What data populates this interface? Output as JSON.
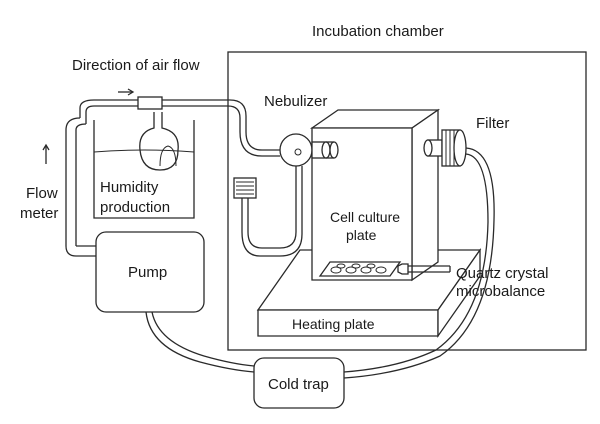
{
  "labels": {
    "incubation_chamber": "Incubation chamber",
    "direction_of_air_flow": "Direction of air flow",
    "nebulizer": "Nebulizer",
    "filter": "Filter",
    "flow_line1": "Flow",
    "flow_line2": "meter",
    "humidity_line1": "Humidity",
    "humidity_line2": "production",
    "cell_culture_line1": "Cell culture",
    "cell_culture_line2": "plate",
    "pump": "Pump",
    "quartz_line1": "Quartz crystal",
    "quartz_line2": "microbalance",
    "heating_plate": "Heating plate",
    "cold_trap": "Cold trap"
  },
  "icons": {
    "air_flow_arrow": "right-arrow",
    "flow_meter_arrow": "up-arrow"
  },
  "colors": {
    "line": "#2a2a2a",
    "background": "#ffffff",
    "text": "#1a1a1a"
  }
}
